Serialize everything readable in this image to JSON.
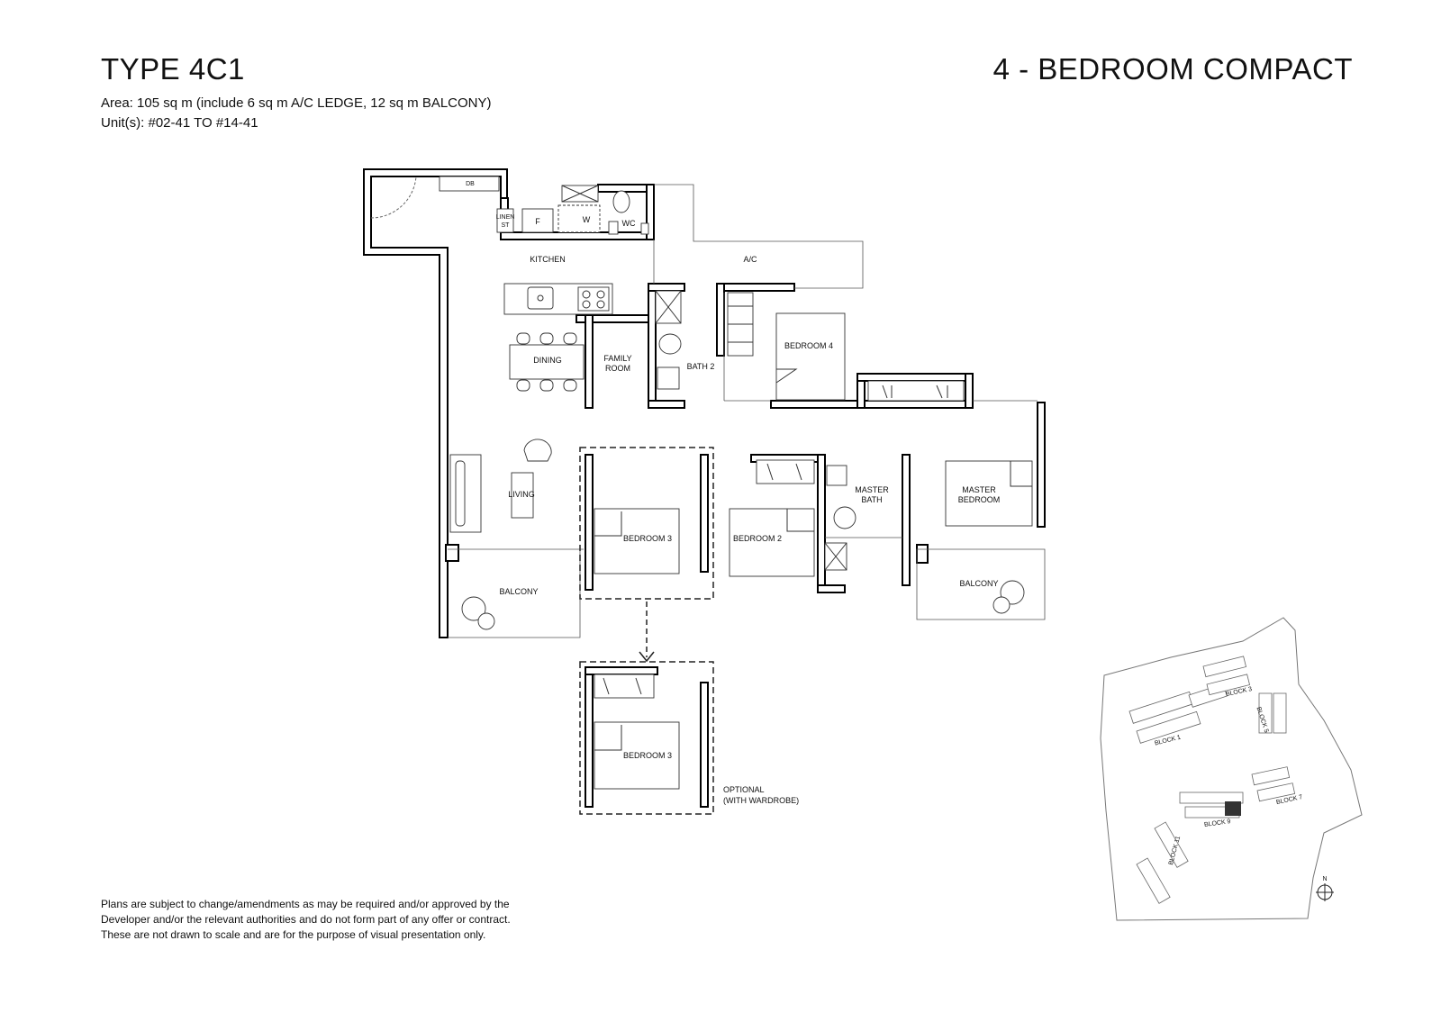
{
  "header": {
    "unit_type": "TYPE 4C1",
    "category": "4 - BEDROOM COMPACT",
    "area": "Area: 105 sq m (include 6 sq m A/C LEDGE, 12 sq m BALCONY)",
    "units": "Unit(s): #02-41 TO #14-41"
  },
  "plan": {
    "rooms": {
      "db": "DB",
      "linen_line1": "LINEN",
      "linen_line2": "ST",
      "fridge": "F",
      "washer": "W",
      "wc": "WC",
      "kitchen": "KITCHEN",
      "ac": "A/C",
      "dining": "DINING",
      "family_line1": "FAMILY",
      "family_line2": "ROOM",
      "bath2": "BATH 2",
      "bedroom4": "BEDROOM 4",
      "living": "LIVING",
      "bedroom3": "BEDROOM 3",
      "bedroom2": "BEDROOM 2",
      "master_bath_line1": "MASTER",
      "master_bath_line2": "BATH",
      "master_bed_line1": "MASTER",
      "master_bed_line2": "BEDROOM",
      "balcony_left": "BALCONY",
      "balcony_right": "BALCONY",
      "bedroom3_optional": "BEDROOM 3",
      "optional_line1": "OPTIONAL",
      "optional_line2": "(WITH WARDROBE)"
    }
  },
  "site_plan": {
    "blocks": [
      "BLOCK 1",
      "BLOCK 3",
      "BLOCK 5",
      "BLOCK 7",
      "BLOCK 9",
      "BLOCK 11"
    ],
    "north": "N"
  },
  "disclaimer": [
    "Plans are subject to change/amendments as may be required and/or approved by the",
    "Developer and/or the relevant authorities and do not form part of any offer or contract.",
    "These are not drawn to scale and are for the purpose of visual presentation only."
  ]
}
